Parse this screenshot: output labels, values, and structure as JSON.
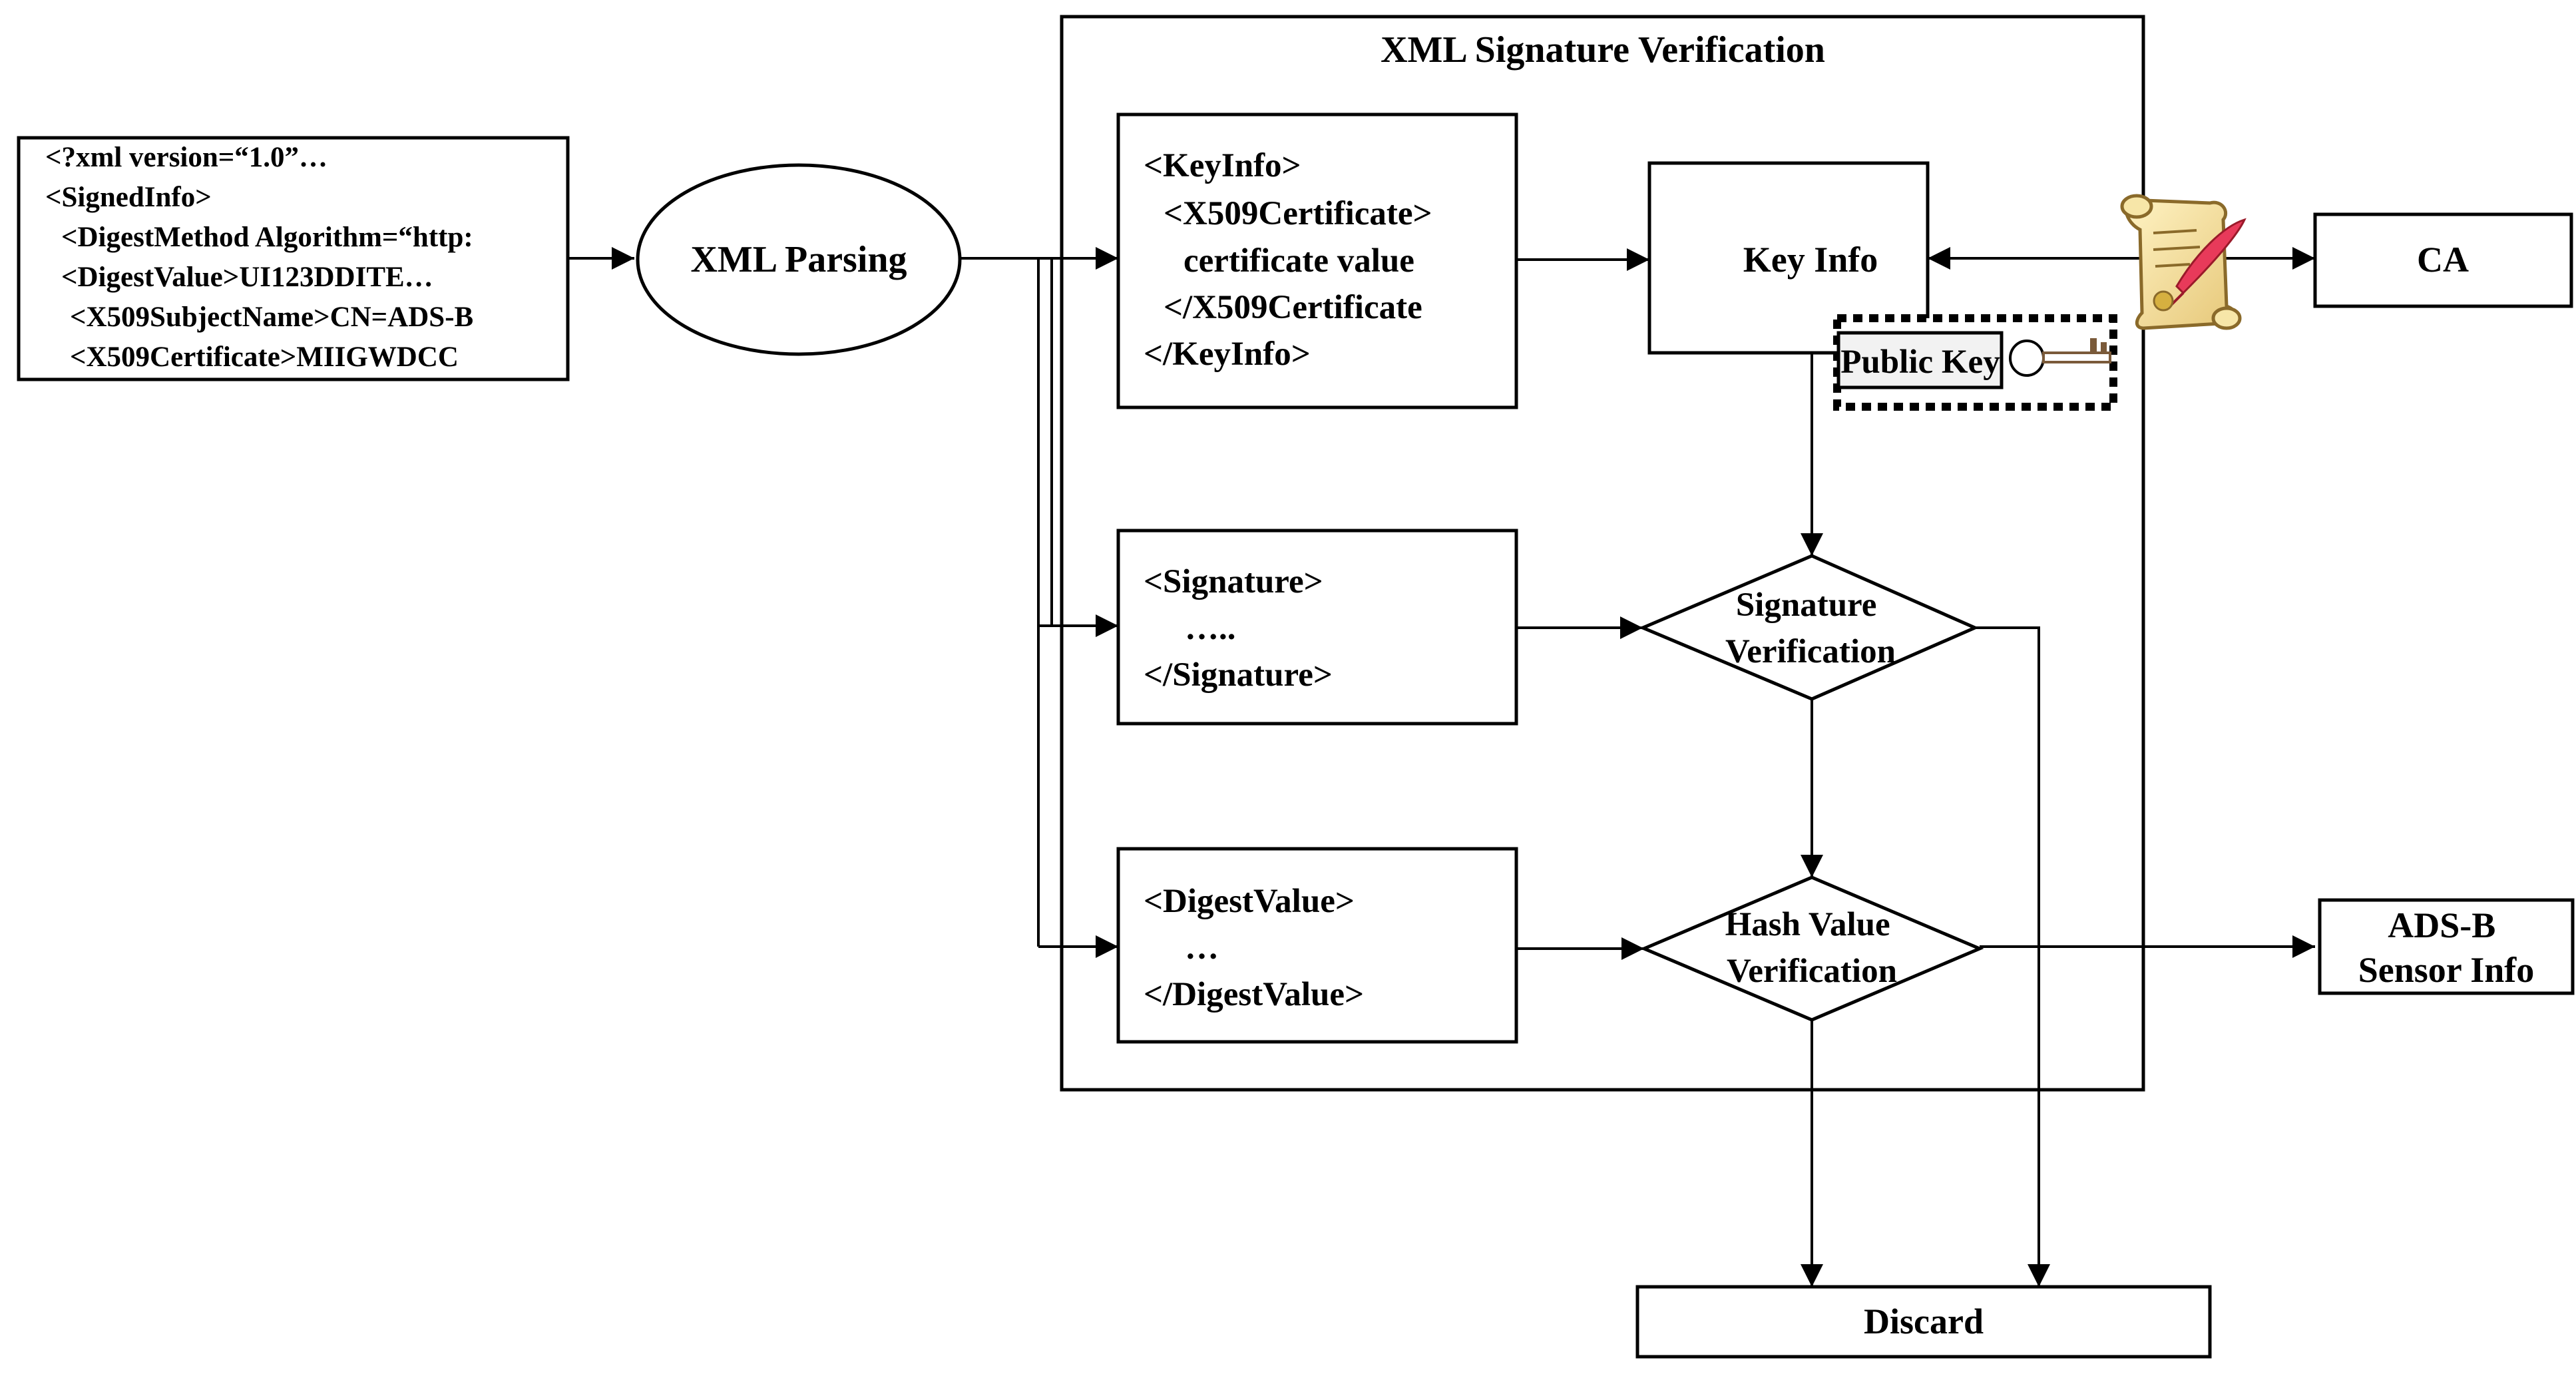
{
  "diagram": {
    "container_title": "XML Signature Verification",
    "xml_input_lines": [
      "<?xml version=“1.0”…",
      "<SignedInfo>",
      "<DigestMethod Algorithm=“http:",
      "<DigestValue>UI123DDITE…",
      "<X509SubjectName>CN=ADS-B",
      "<X509Certificate>MIIGWDCC"
    ],
    "xml_parsing_label": "XML Parsing",
    "keyinfo_lines": [
      "<KeyInfo>",
      "<X509Certificate>",
      "certificate  value",
      "</X509Certificate",
      "</KeyInfo>"
    ],
    "signature_lines": [
      "<Signature>",
      "…..",
      "</Signature>"
    ],
    "digest_lines": [
      "<DigestValue>",
      "…",
      "</DigestValue>"
    ],
    "key_info_label": "Key Info",
    "public_key_label": "Public Key",
    "ca_label": "CA",
    "signature_verification_lines": [
      "Signature",
      "Verification"
    ],
    "hash_verification_lines": [
      "Hash Value",
      "Verification"
    ],
    "adsb_lines": [
      "ADS-B",
      "Sensor Info"
    ],
    "discard_label": "Discard",
    "icons": [
      "certificate-scroll-icon",
      "key-icon"
    ]
  }
}
